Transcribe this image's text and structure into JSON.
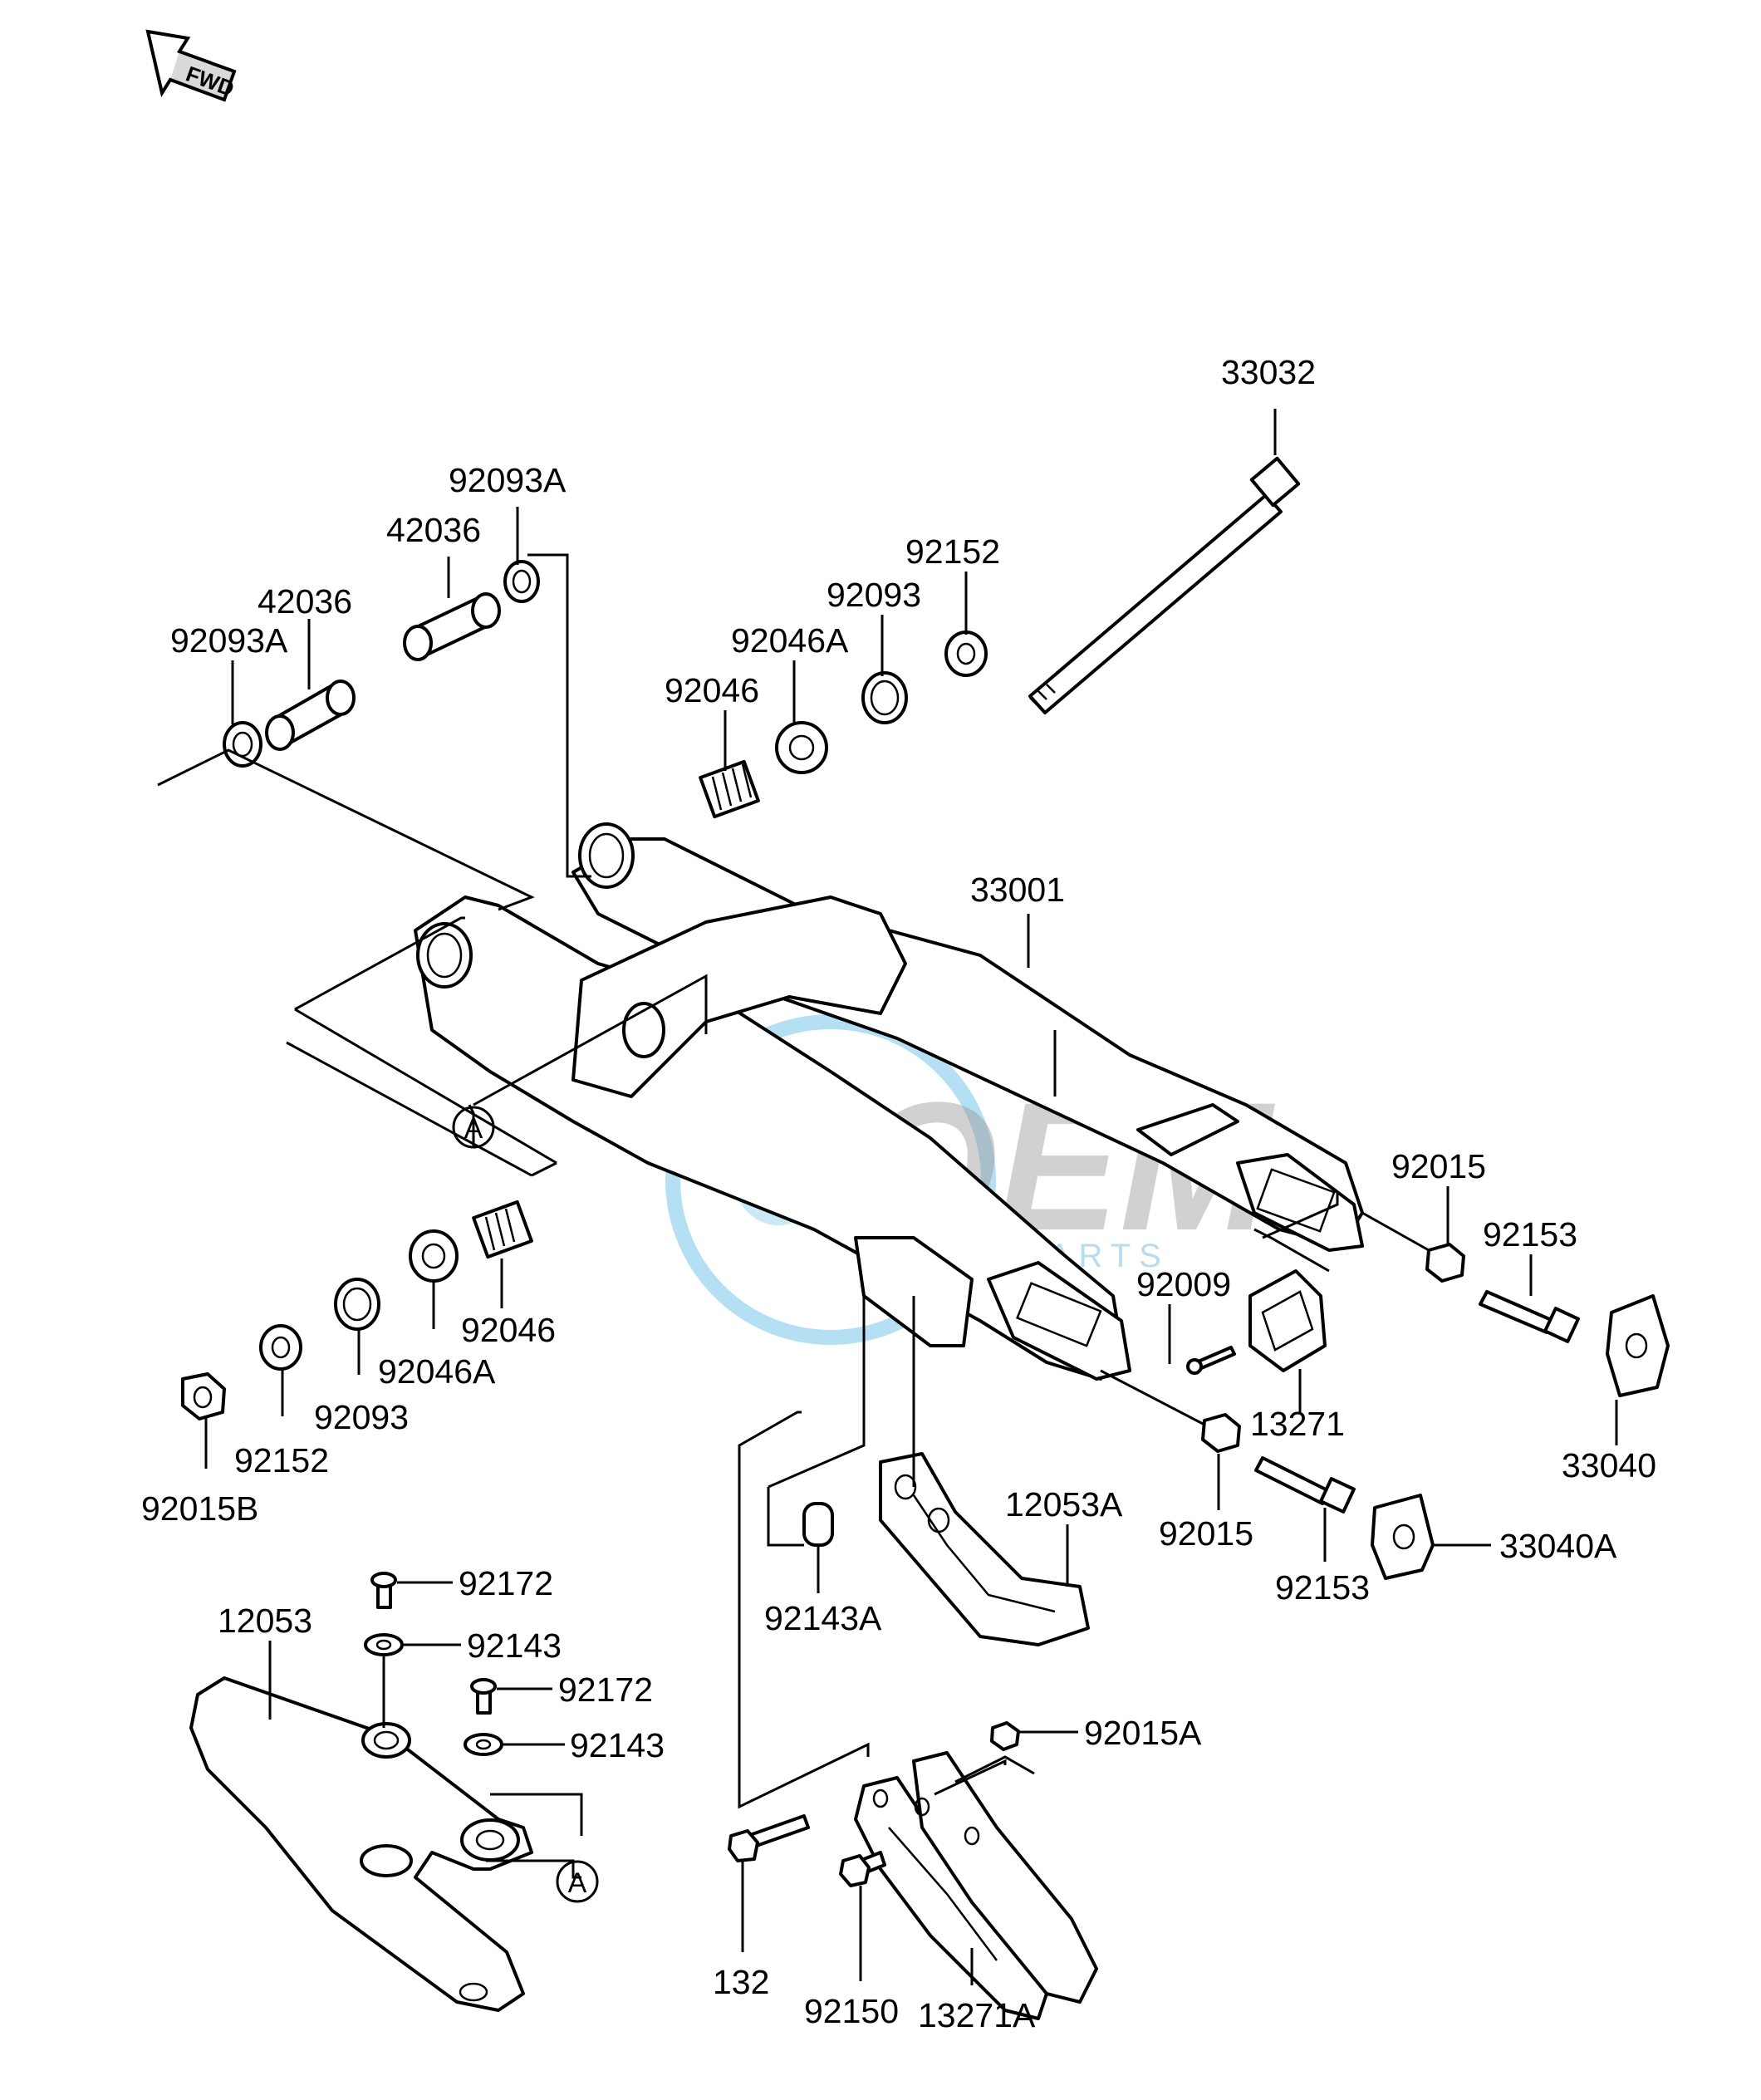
{
  "direction_indicator": {
    "text": "FWD"
  },
  "callouts": {
    "a_upper": "A",
    "a_lower": "A"
  },
  "watermark": {
    "brand": "OEM",
    "sub": "MOTORPARTS",
    "color": "#2aa3dc"
  },
  "labels": {
    "p33032": "33032",
    "p92093A_top": "92093A",
    "p42036_top": "42036",
    "p42036_left": "42036",
    "p92093A_left": "92093A",
    "p92152_top": "92152",
    "p92093_top": "92093",
    "p92046A_top": "92046A",
    "p92046_top": "92046",
    "p33001": "33001",
    "p92015_right": "92015",
    "p92153_right": "92153",
    "p92009": "92009",
    "p13271": "13271",
    "p33040": "33040",
    "p92046_mid": "92046",
    "p92046A_mid": "92046A",
    "p92093_mid": "92093",
    "p92152_mid": "92152",
    "p92015B": "92015B",
    "p12053A": "12053A",
    "p92015_low": "92015",
    "p92153_low": "92153",
    "p33040A": "33040A",
    "p92143A": "92143A",
    "p92172_a": "92172",
    "p12053": "12053",
    "p92143_a": "92143",
    "p92172_b": "92172",
    "p92143_b": "92143",
    "p92015A": "92015A",
    "p132": "132",
    "p92150": "92150",
    "p13271A": "13271A"
  }
}
